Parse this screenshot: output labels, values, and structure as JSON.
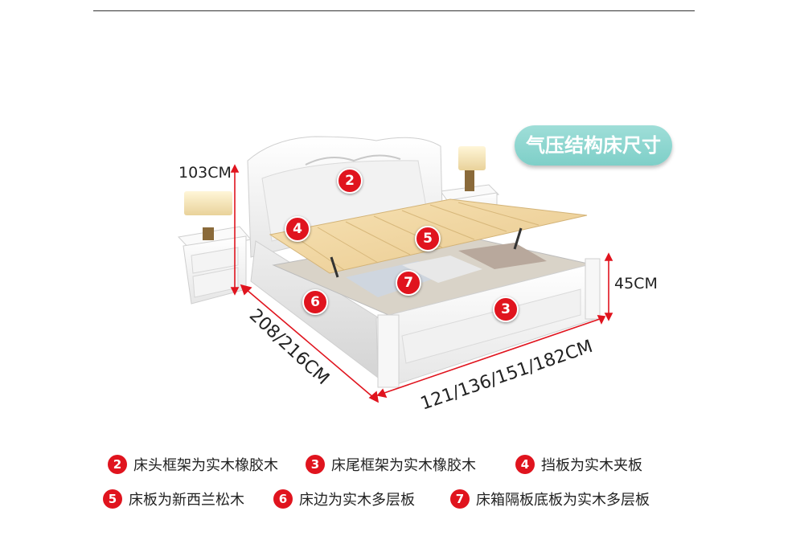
{
  "title": "气压结构床尺寸",
  "dimensions": {
    "headboard_height": "103CM",
    "bed_height": "45CM",
    "length": "208/216CM",
    "width": "121/136/151/182CM"
  },
  "markers": [
    "2",
    "4",
    "5",
    "7",
    "6",
    "3"
  ],
  "legend": [
    {
      "num": "2",
      "text": "床头框架为实木橡胶木"
    },
    {
      "num": "3",
      "text": "床尾框架为实木橡胶木"
    },
    {
      "num": "4",
      "text": "挡板为实木夹板"
    },
    {
      "num": "5",
      "text": "床板为新西兰松木"
    },
    {
      "num": "6",
      "text": "床边为实木多层板"
    },
    {
      "num": "7",
      "text": "床箱隔板底板为实木多层板"
    }
  ],
  "colors": {
    "accent": "#e0141e",
    "pill": "#8fd6cf",
    "wood": "#f3d9a6",
    "frame": "#f6f6f6"
  }
}
